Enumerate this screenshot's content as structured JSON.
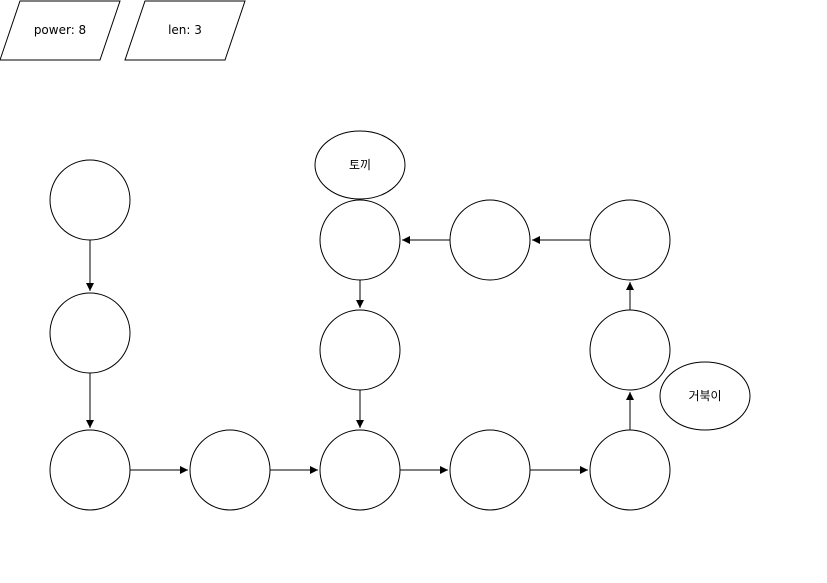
{
  "params": [
    {
      "id": "power",
      "label": "power: 8"
    },
    {
      "id": "len",
      "label": "len: 3"
    }
  ],
  "labels": {
    "rabbit": "토끼",
    "turtle": "거북이"
  },
  "colors": {
    "stroke": "#000000",
    "fill": "#ffffff"
  }
}
